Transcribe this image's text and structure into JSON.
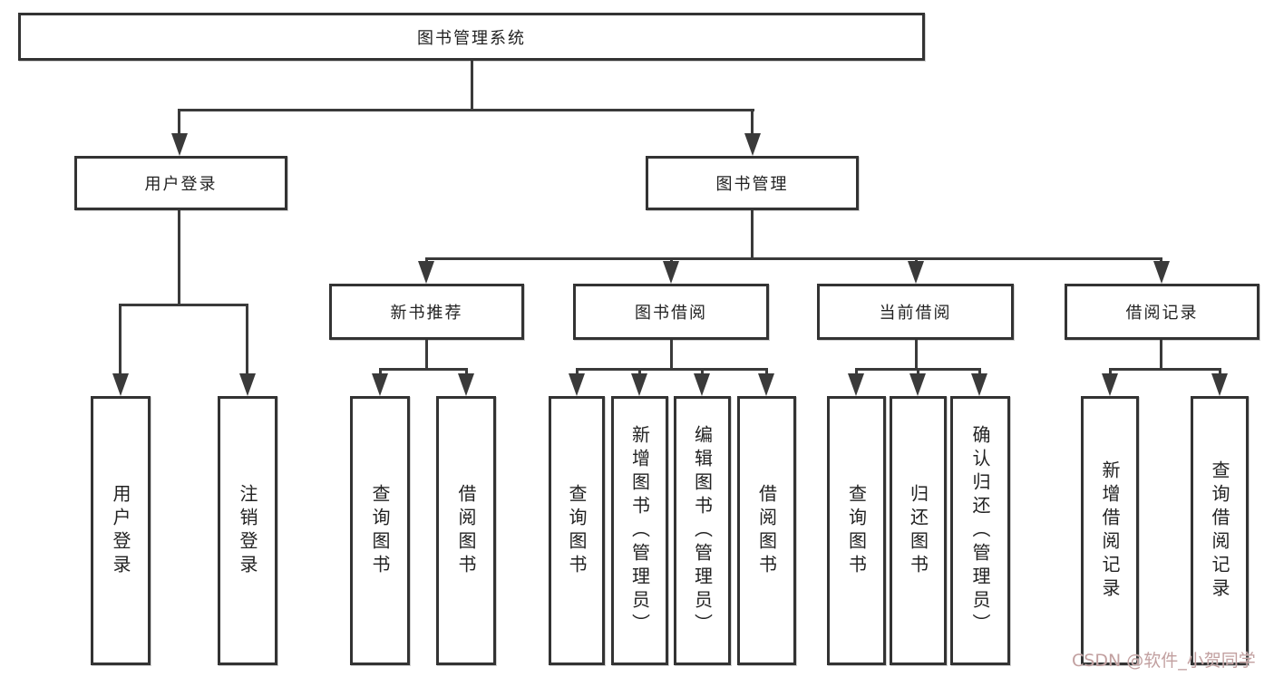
{
  "diagram": {
    "root": {
      "label": "图书管理系统"
    },
    "level2": [
      {
        "label": "用户登录"
      },
      {
        "label": "图书管理"
      }
    ],
    "level3": [
      {
        "label": "新书推荐"
      },
      {
        "label": "图书借阅"
      },
      {
        "label": "当前借阅"
      },
      {
        "label": "借阅记录"
      }
    ],
    "leaves": [
      {
        "label": "用户登录"
      },
      {
        "label": "注销登录"
      },
      {
        "label": "查询图书"
      },
      {
        "label": "借阅图书"
      },
      {
        "label": "查询图书"
      },
      {
        "label": "新增图书（管理员）"
      },
      {
        "label": "编辑图书（管理员）"
      },
      {
        "label": "借阅图书"
      },
      {
        "label": "查询图书"
      },
      {
        "label": "归还图书"
      },
      {
        "label": "确认归还（管理员）"
      },
      {
        "label": "新增借阅记录"
      },
      {
        "label": "查询借阅记录"
      }
    ]
  },
  "watermark": {
    "text": "CSDN @软件_小贺同学"
  },
  "colors": {
    "line": "#3a3a3a",
    "border": "#333333",
    "text": "#222222",
    "background": "#ffffff",
    "watermark": "#c2a0a0"
  }
}
